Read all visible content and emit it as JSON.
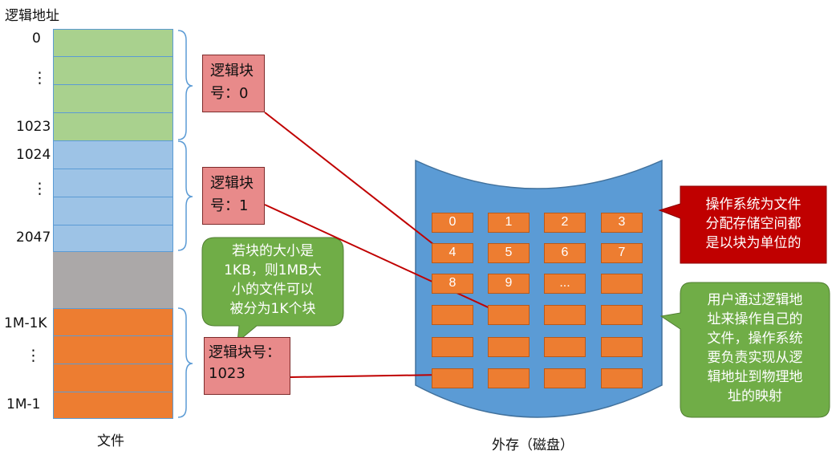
{
  "file": {
    "axis_title": "逻辑地址",
    "caption": "文件",
    "address_labels": [
      "0",
      "⋮",
      "1023",
      "1024",
      "⋮",
      "2047",
      "1M-1K",
      "⋮",
      "1M-1"
    ],
    "segment_colors": {
      "block0": "#a9d18e",
      "block1": "#9dc3e6",
      "middle": "#aba8a8",
      "last": "#ed7d31"
    }
  },
  "logical_blocks": [
    {
      "line1": "逻辑块",
      "line2": "号：0"
    },
    {
      "line1": "逻辑块",
      "line2": "号：1"
    },
    {
      "line1": "逻辑块号：",
      "line2": "1023"
    }
  ],
  "note_green_left": [
    "若块的大小是",
    "1KB，则1MB大",
    "小的文件可以",
    "被分为1K个块"
  ],
  "disk": {
    "caption": "外存（磁盘）",
    "block_labels": [
      "0",
      "1",
      "2",
      "3",
      "4",
      "5",
      "6",
      "7",
      "8",
      "9",
      "...",
      ""
    ]
  },
  "note_red_right": [
    "操作系统为文件",
    "分配存储空间都",
    "是以块为单位的"
  ],
  "note_green_right": [
    "用户通过逻辑地",
    "址来操作自己的",
    "文件，操作系统",
    "要负责实现从逻",
    "辑地址到物理地",
    "址的映射"
  ]
}
